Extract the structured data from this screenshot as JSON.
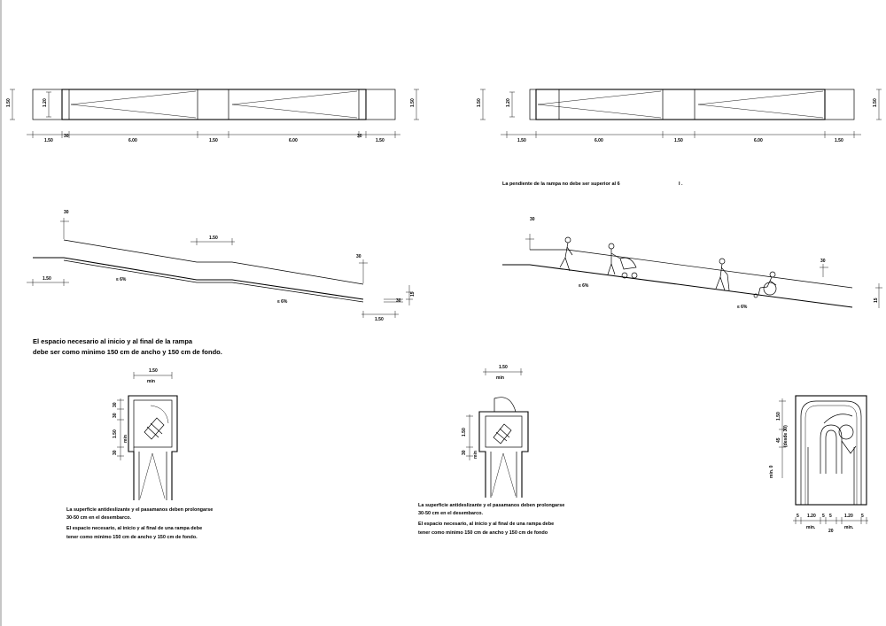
{
  "plan_left": {
    "dims_bottom": [
      "1.50",
      "30",
      "6.00",
      "1.50",
      "6.00",
      "30",
      "1.50"
    ],
    "dims_left": [
      "1.50",
      "1.20"
    ],
    "dim_right": "1.50"
  },
  "plan_right": {
    "dims_bottom": [
      "1.50",
      "6.00",
      "1.50",
      "6.00",
      "1.50"
    ],
    "dims_left": [
      "1.50",
      "1.20"
    ],
    "dim_right": "1.50"
  },
  "section_left": {
    "dim_rail_top": "30",
    "dim_landing": "1.50",
    "dim_start": "1.50",
    "slope_a": "≤ 6%",
    "slope_b": "≤ 6%",
    "dim_end_top": "30",
    "dim_end_right": "15",
    "dim_end_vert": "30",
    "dim_end_bottom": "1.50"
  },
  "section_right": {
    "note": "La pendiente de la rampa no debe ser superior al 6",
    "mark": "I .",
    "dim_top": "30",
    "dim_end_top": "30",
    "dim_end_right": "15",
    "slope_a": "≤ 6%",
    "slope_b": "≤ 6%"
  },
  "heading": {
    "line1": "El espacio necesario al inicio y al final de la rampa",
    "line2": "debe ser como minimo 150 cm de ancho y 150 cm de fondo."
  },
  "detail_a": {
    "dim_top": "1.50",
    "dim_top_sub": "min",
    "dims_left": [
      "30",
      "30",
      "1.50",
      "30"
    ],
    "side_label": "min",
    "note_lines": [
      "La superficie antideslizante y el pasamanos deben prolongarse",
      "30-50 cm en el desembarco.",
      "El espacio necesario, al inicio y al final de una rampa debe",
      "tener como minimo 150 cm de ancho y 150 cm de fondo."
    ]
  },
  "detail_b": {
    "dim_top": "1.50",
    "dim_top_sub": "min",
    "dims_left": [
      "1.50",
      "30"
    ],
    "side_label": "min",
    "note_lines": [
      "La superficie antideslizante y el pasamanos deben prolongarse",
      "30-50 cm en el desembarco.",
      "El espacio necesario, al inicio y al final de una rampa debe",
      "tener como minimo 150 cm de ancho y 150 cm de fondo"
    ]
  },
  "detail_c": {
    "dim_vert_top": "1.50",
    "dim_vert_mid": "45",
    "dim_vert_mid_sub": "(desde 30)",
    "dim_vert_low": "min. 0",
    "dims_bottom": [
      "5",
      "1.20",
      "5",
      "5",
      "1.20",
      "5"
    ],
    "labels_bottom": [
      "min.",
      "20",
      "min."
    ]
  }
}
